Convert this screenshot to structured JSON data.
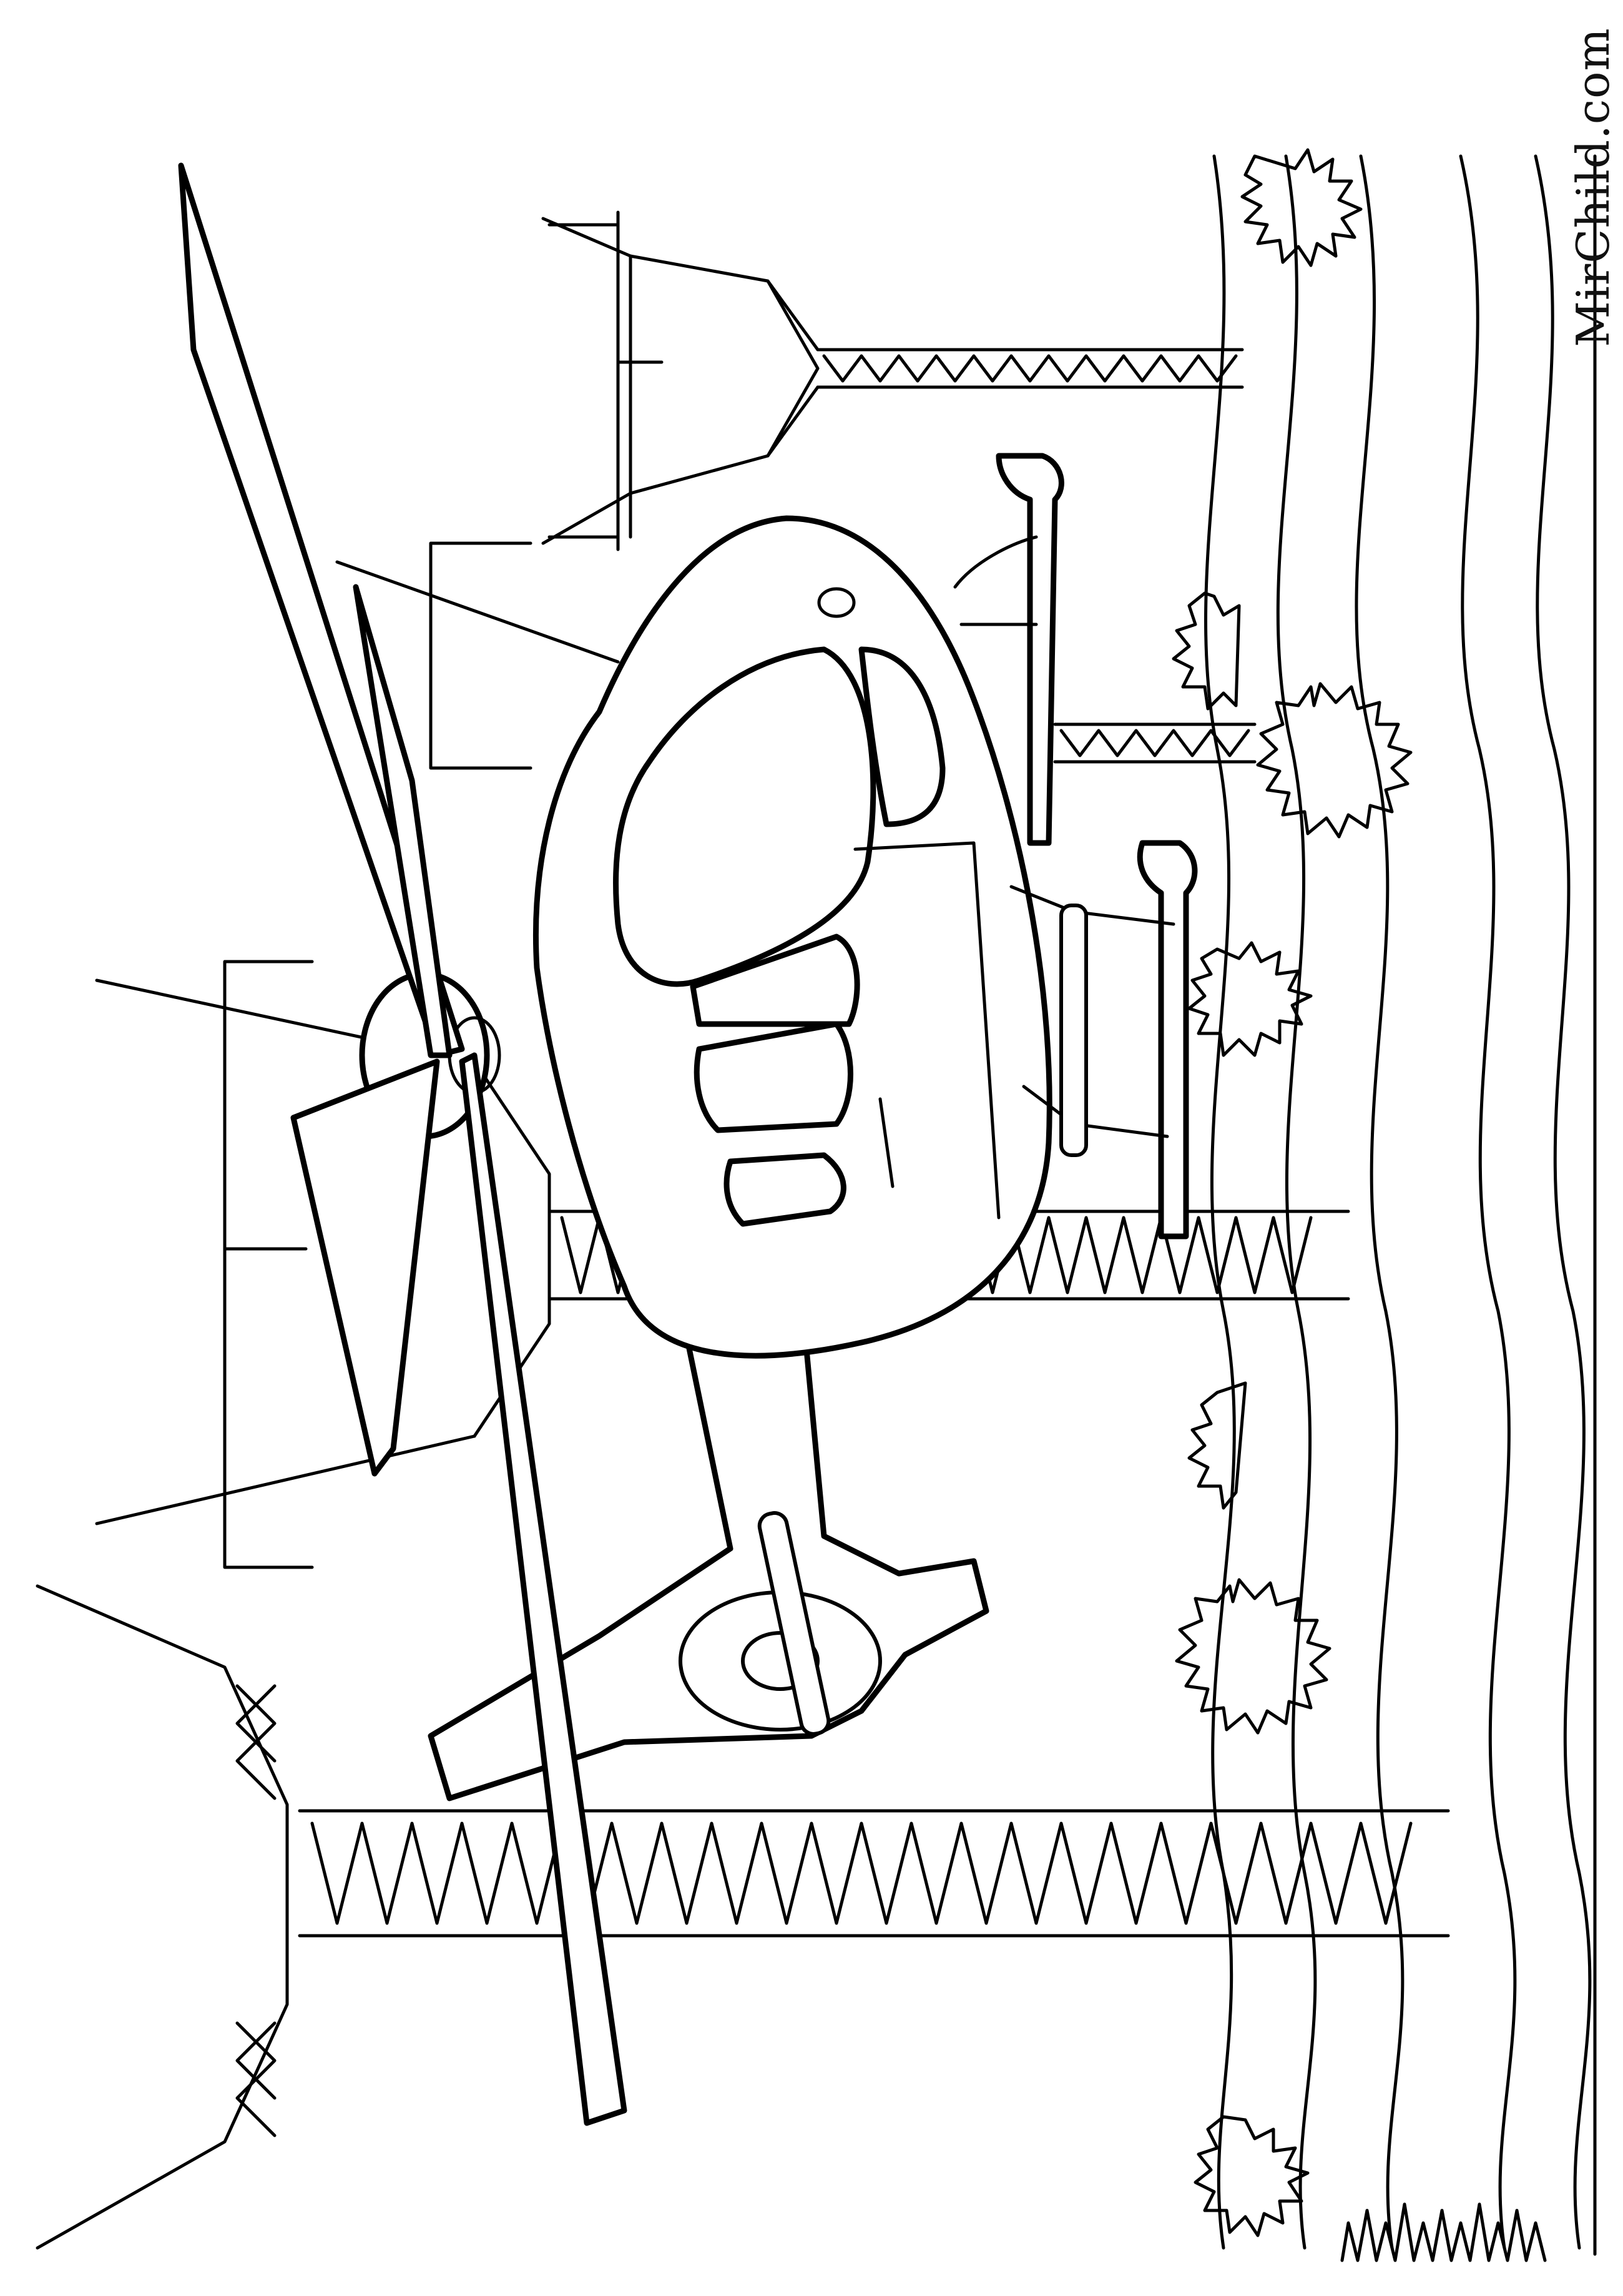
{
  "watermark": {
    "text": "MirChild.com"
  },
  "artwork": {
    "kind": "coloring-page",
    "subject": "helicopter",
    "line_color": "#000000",
    "background_color": "#ffffff"
  }
}
